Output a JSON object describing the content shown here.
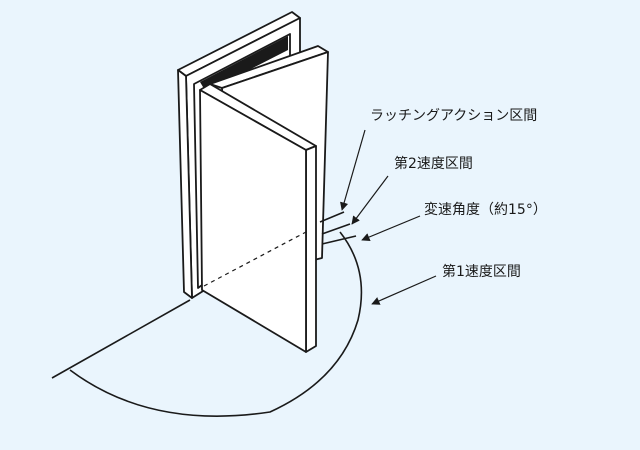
{
  "labels": {
    "latching": "ラッチングアクション区間",
    "second_speed": "第2速度区間",
    "shift_angle": "変速角度（約15°）",
    "first_speed": "第1速度区間"
  },
  "colors": {
    "background": "#eaf5fd",
    "door": "#ffffff",
    "line": "#1a1a1a"
  }
}
